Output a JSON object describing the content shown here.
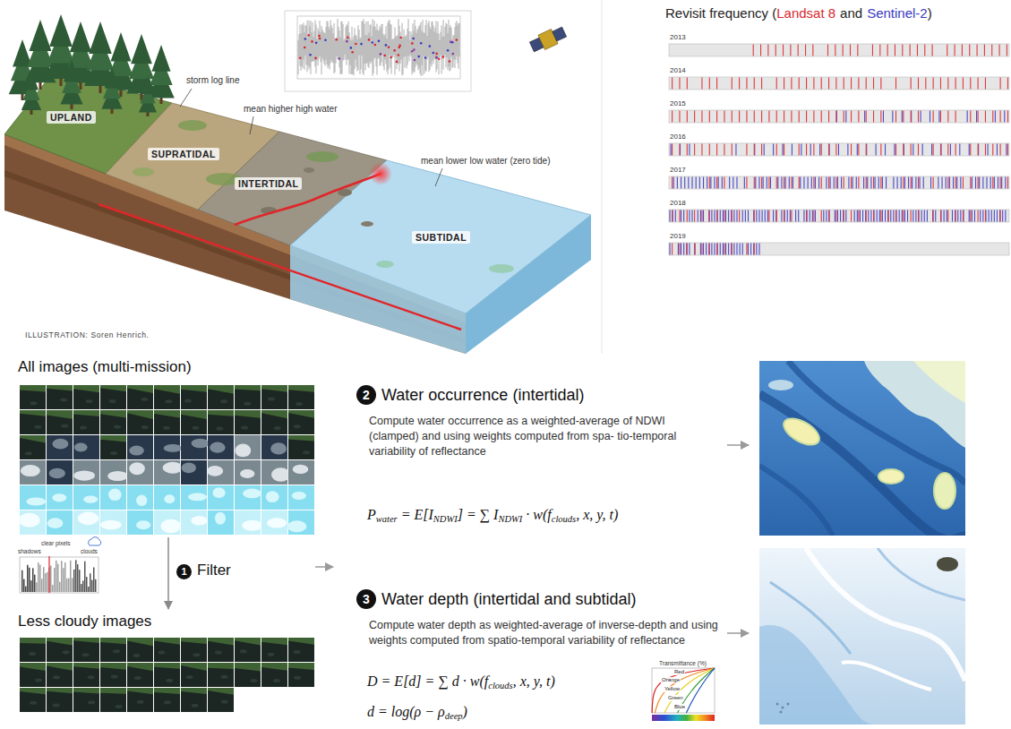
{
  "diagram": {
    "nodes": [
      {
        "text": [
          "All images (multi-mission)"
        ]
      },
      {
        "text": [
          "Less cloudy images"
        ]
      },
      {
        "text": [
          "2",
          "Water occurrence (intertidal)",
          "Compute water occurrence as a weighted-average of NDWI (clamped) and using weights computed from spa- tio-temporal variability of reflectance"
        ]
      },
      {
        "text": [
          "3",
          "Water depth (intertidal and subtidal)",
          "Compute water depth as weighted-average of inverse-depth and using weights computed from spatio-temporal variability of reflectance"
        ]
      }
    ],
    "edges": [
      {
        "from": 0,
        "to": 1,
        "arrow": "to"
      }
    ],
    "labels": [
      "storm log line",
      "mean higher high water",
      "mean lower low water (zero tide)",
      "UPLAND",
      "SUPRATIDAL",
      "INTERTIDAL",
      "SUBTIDAL",
      "ILLUSTRATION: Soren Henrich.",
      "Revisit frequency (",
      "Landsat 8",
      "and",
      "Sentinel-2",
      ")",
      "2013",
      "2014",
      "2015",
      "2016",
      "2017",
      "2018",
      "2019",
      "shadows",
      "clear pixels",
      "clouds",
      "1",
      "Filter",
      "P",
      "water",
      "= E[I",
      "NDWI",
      "] = ∑ I",
      "NDWI",
      "· w(f",
      "clouds",
      ", x, y, t)",
      "D",
      "= E[d] = ∑ d · w(f",
      "clouds",
      ", x, y, t)",
      "d = log(ρ − ρ",
      "deep",
      ")",
      "Transmittance (%)",
      "Red",
      "Orange",
      "Yellow",
      "Green",
      "Blue"
    ]
  }
}
